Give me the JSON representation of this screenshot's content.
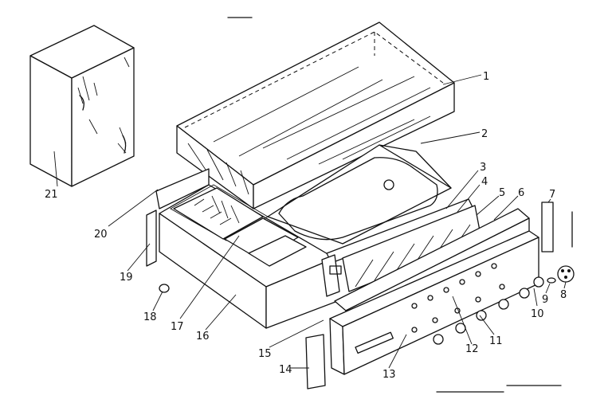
{
  "parts": [
    {
      "id": "callout-1",
      "label": "1"
    },
    {
      "id": "callout-2",
      "label": "2"
    },
    {
      "id": "callout-3",
      "label": "3"
    },
    {
      "id": "callout-4",
      "label": "4"
    },
    {
      "id": "callout-5",
      "label": "5"
    },
    {
      "id": "callout-6",
      "label": "6"
    },
    {
      "id": "callout-7",
      "label": "7"
    },
    {
      "id": "callout-8",
      "label": "8"
    },
    {
      "id": "callout-9",
      "label": "9"
    },
    {
      "id": "callout-10",
      "label": "10"
    },
    {
      "id": "callout-11",
      "label": "11"
    },
    {
      "id": "callout-12",
      "label": "12"
    },
    {
      "id": "callout-13",
      "label": "13"
    },
    {
      "id": "callout-14",
      "label": "14"
    },
    {
      "id": "callout-15",
      "label": "15"
    },
    {
      "id": "callout-16",
      "label": "16"
    },
    {
      "id": "callout-17",
      "label": "17"
    },
    {
      "id": "callout-18",
      "label": "18"
    },
    {
      "id": "callout-19",
      "label": "19"
    },
    {
      "id": "callout-20",
      "label": "20"
    },
    {
      "id": "callout-21",
      "label": "21"
    }
  ]
}
